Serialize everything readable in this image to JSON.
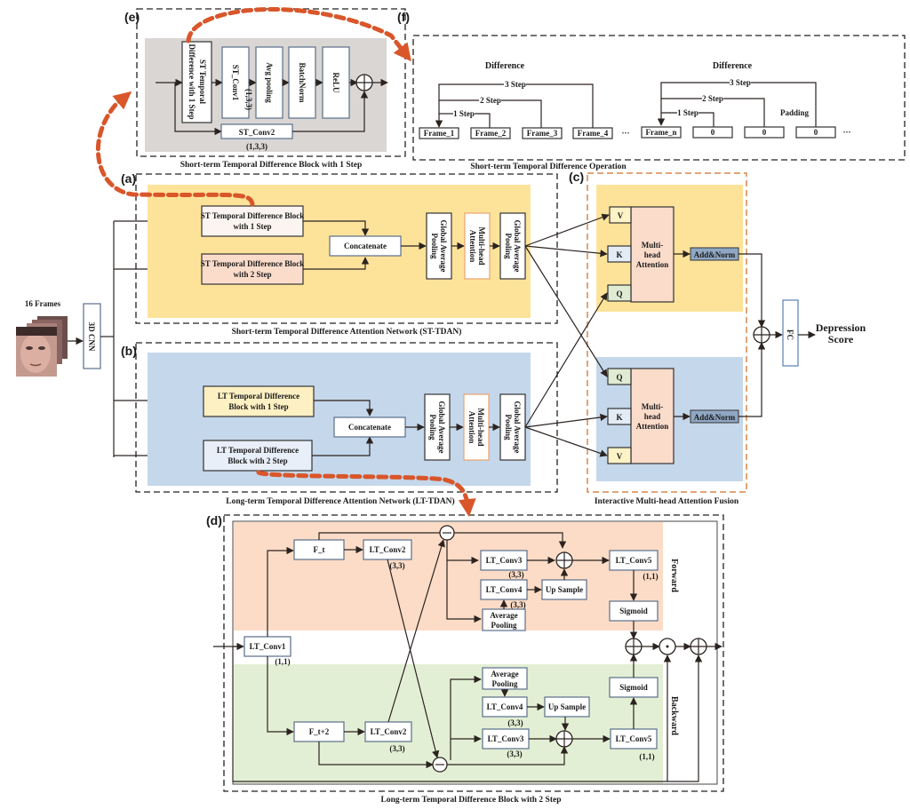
{
  "colors": {
    "st_bg": "#fde39a",
    "lt_bg": "#c5d7ea",
    "forward_bg": "#fcdcc6",
    "backward_bg": "#e3efd4",
    "e_bg": "#d9d6d4",
    "arc": "#d9562a",
    "fusion_border": "#d7874f",
    "addnorm": "#8fa7c3",
    "mha": "#fbdccb",
    "v_box": "#fdf3c7",
    "k_box": "#e3ecf5",
    "q_box": "#e0ebd3"
  },
  "input": {
    "frames_label": "16 Frames",
    "cnn_label": "3D CNN"
  },
  "panel_e": {
    "tag": "(e)",
    "block_label_lines": [
      "ST Temporal",
      "Difference with 1 Step"
    ],
    "conv1": "ST_Conv1",
    "conv1_kernel": "(1,3,3)",
    "avgpool": "Avg pooling",
    "batchnorm": "BatchNorm",
    "relu": "ReLU",
    "conv2": "ST_Conv2",
    "conv2_kernel": "(1,3,3)",
    "caption": "Short-term Temporal Difference Block with 1 Step"
  },
  "panel_f": {
    "tag": "(f)",
    "left_title": "Difference",
    "right_title": "Difference",
    "steps": [
      "1 Step",
      "2 Step",
      "3 Step"
    ],
    "frames": [
      "Frame_1",
      "Frame_2",
      "Frame_3",
      "Frame_4"
    ],
    "frame_n": "Frame_n",
    "zeros": [
      "0",
      "0",
      "0"
    ],
    "ellipsis": "···",
    "padding": "Padding",
    "caption": "Short-term Temporal Difference Operation"
  },
  "panel_a": {
    "tag": "(a)",
    "block1_lines": [
      "ST Temporal Difference Block",
      "with 1 Step"
    ],
    "block2_lines": [
      "ST Temporal Difference Block",
      "with 2 Step"
    ],
    "concat": "Concatenate",
    "gap1_lines": [
      "Global Average",
      "Pooling"
    ],
    "mha_lines": [
      "Multi-head",
      "Attention"
    ],
    "gap2_lines": [
      "Global Average",
      "Pooling"
    ],
    "caption": "Short-term Temporal Difference Attention Network (ST-TDAN)"
  },
  "panel_b": {
    "tag": "(b)",
    "block1_lines": [
      "LT Temporal Difference",
      "Block with 1 Step"
    ],
    "block2_lines": [
      "LT Temporal Difference",
      "Block with 2 Step"
    ],
    "concat": "Concatenate",
    "gap1_lines": [
      "Global Average",
      "Pooling"
    ],
    "mha_lines": [
      "Multi-head",
      "Attention"
    ],
    "gap2_lines": [
      "Global Average",
      "Pooling"
    ],
    "caption": "Long-term Temporal Difference Attention Network (LT-TDAN)"
  },
  "panel_c": {
    "tag": "(c)",
    "top": {
      "v": "V",
      "k": "K",
      "q": "Q",
      "mha_lines": [
        "Multi-",
        "head",
        "Attention"
      ],
      "addnorm": "Add&Norm"
    },
    "bottom": {
      "q": "Q",
      "k": "K",
      "v": "V",
      "mha_lines": [
        "Multi-",
        "head",
        "Attention"
      ],
      "addnorm": "Add&Norm"
    },
    "caption": "Interactive Multi-head Attention Fusion"
  },
  "output": {
    "fc": "FC",
    "score_lines": [
      "Depression",
      "Score"
    ]
  },
  "panel_d": {
    "tag": "(d)",
    "conv1": "LT_Conv1",
    "conv1_kernel": "(1,1)",
    "forward": {
      "ft": "F_t",
      "conv2": "LT_Conv2",
      "conv2_kernel": "(3,3)",
      "conv3": "LT_Conv3",
      "conv3_kernel": "(3,3)",
      "conv4": "LT_Conv4",
      "conv4_kernel": "(3,3)",
      "avgpool_lines": [
        "Average",
        "Pooling"
      ],
      "upsample": "Up Sample",
      "conv5": "LT_Conv5",
      "conv5_kernel": "(1,1)",
      "sigmoid": "Sigmoid",
      "label": "Forward"
    },
    "backward": {
      "ft2": "F_t+2",
      "conv2": "LT_Conv2",
      "conv2_kernel": "(3,3)",
      "conv3": "LT_Conv3",
      "conv3_kernel": "(3,3)",
      "conv4": "LT_Conv4",
      "conv4_kernel": "(3,3)",
      "avgpool_lines": [
        "Average",
        "Pooling"
      ],
      "upsample": "Up Sample",
      "conv5": "LT_Conv5",
      "conv5_kernel": "(1,1)",
      "sigmoid": "Sigmoid",
      "label": "Backward"
    },
    "caption": "Long-term Temporal Difference Block with 2 Step"
  }
}
